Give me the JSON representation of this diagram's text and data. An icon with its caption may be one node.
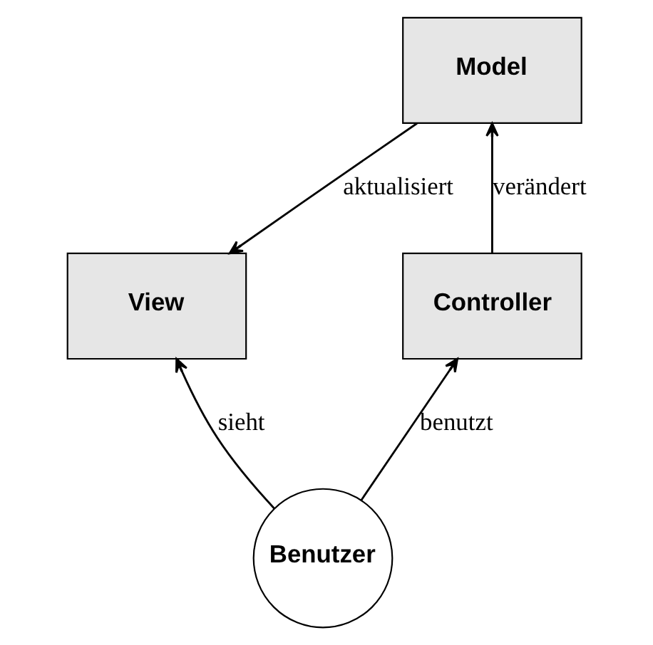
{
  "diagram": {
    "nodes": [
      {
        "text": [
          "Model"
        ]
      },
      {
        "text": [
          "View"
        ]
      },
      {
        "text": [
          "Controller"
        ]
      },
      {
        "text": [
          "Benutzer"
        ]
      }
    ],
    "edges": [
      {
        "from": 0,
        "to": 1,
        "arrow": "to",
        "label": "aktualisiert"
      },
      {
        "from": 2,
        "to": 0,
        "arrow": "to",
        "label": "verändert"
      },
      {
        "from": 3,
        "to": 1,
        "arrow": "to",
        "label": "sieht"
      },
      {
        "from": 3,
        "to": 2,
        "arrow": "to",
        "label": "benutzt"
      }
    ]
  }
}
